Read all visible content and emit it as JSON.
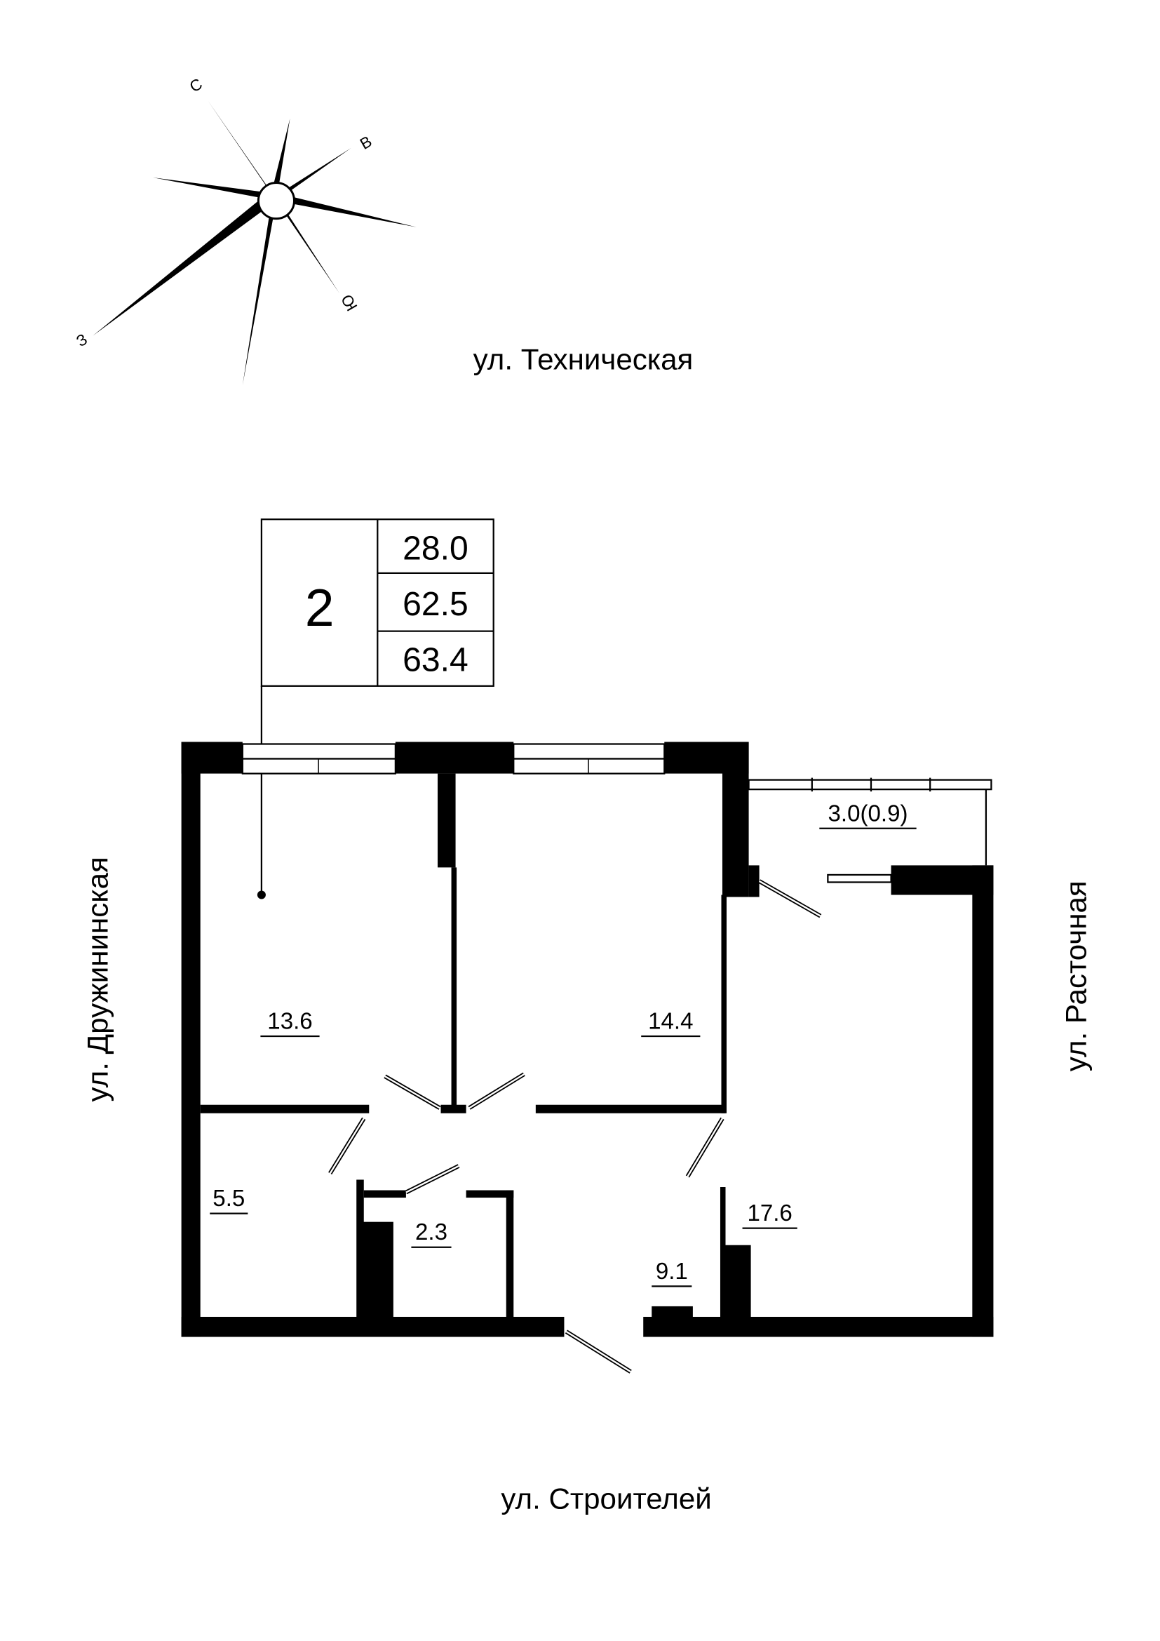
{
  "compass": {
    "north": "С",
    "east": "В",
    "south": "Ю",
    "west": "З"
  },
  "streets": {
    "top": "ул. Техническая",
    "bottom": "ул. Строителей",
    "left": "ул. Дружининская",
    "right": "ул. Расточная"
  },
  "apartment_info": {
    "rooms": "2",
    "living_area": "28.0",
    "total_area": "62.5",
    "total_area_with_balcony": "63.4"
  },
  "rooms": {
    "bedroom_1": "13.6",
    "bedroom_2": "14.4",
    "balcony": "3.0(0.9)",
    "bathroom": "5.5",
    "toilet": "2.3",
    "hallway": "9.1",
    "kitchen": "17.6"
  }
}
